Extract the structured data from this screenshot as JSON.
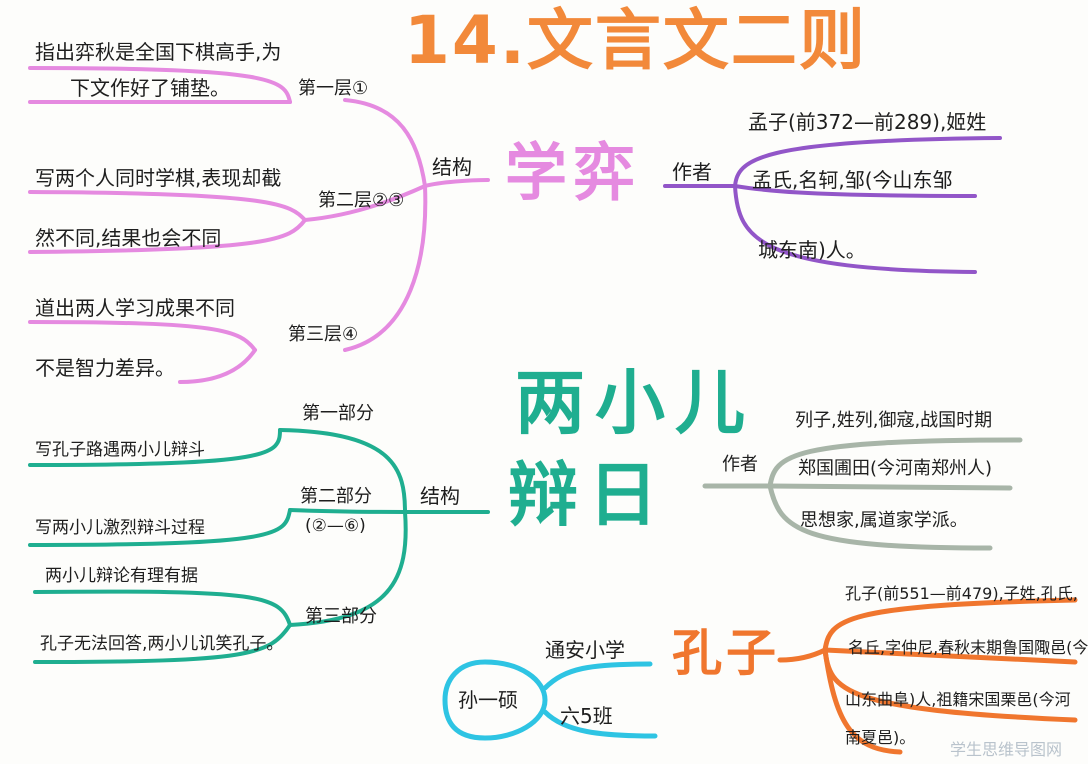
{
  "title": "14.文言文二则",
  "xueyi": {
    "center": "学弈",
    "structure": {
      "label": "结构",
      "layer1": {
        "label": "第一层①",
        "lines": [
          "指出弈秋是全国下棋高手,为",
          "下文作好了铺垫。"
        ]
      },
      "layer2": {
        "label": "第二层②③",
        "lines": [
          "写两个人同时学棋,表现却截",
          "然不同,结果也会不同"
        ]
      },
      "layer3": {
        "label": "第三层④",
        "lines": [
          "道出两人学习成果不同",
          "不是智力差异。"
        ]
      }
    },
    "author": {
      "label": "作者",
      "lines": [
        "孟子(前372—前289),姬姓",
        "孟氏,名轲,邹(今山东邹",
        "城东南)人。"
      ]
    }
  },
  "lianger": {
    "center_line1": "两小儿",
    "center_line2": "辩日",
    "structure": {
      "label": "结构",
      "part1": {
        "label": "第一部分",
        "lines": [
          "写孔子路遇两小儿辩斗"
        ]
      },
      "part2": {
        "label": "第二部分",
        "sub": "(②—⑥)",
        "lines": [
          "写两小儿激烈辩斗过程"
        ]
      },
      "part3": {
        "label": "第三部分",
        "lines": [
          "两小儿辩论有理有据",
          "孔子无法回答,两小儿讥笑孔子。"
        ]
      }
    },
    "author": {
      "label": "作者",
      "lines": [
        "列子,姓列,御寇,战国时期",
        "郑国圃田(今河南郑州人)",
        "思想家,属道家学派。"
      ]
    }
  },
  "kongzi": {
    "center": "孔子",
    "lines": [
      "孔子(前551—前479),子姓,孔氏,",
      "名丘,字仲尼,春秋末期鲁国陬邑(今",
      "山东曲阜)人,祖籍宋国栗邑(今河",
      "南夏邑)。"
    ]
  },
  "student": {
    "name": "孙一硕",
    "school": "通安小学",
    "class": "六5班"
  },
  "watermark": "学生思维导图网",
  "colors": {
    "pink": "#e58ae0",
    "purple": "#9256c8",
    "teal": "#1fae90",
    "grey": "#a8b5a8",
    "orange": "#f0762e",
    "cyan": "#2ec4e3"
  }
}
